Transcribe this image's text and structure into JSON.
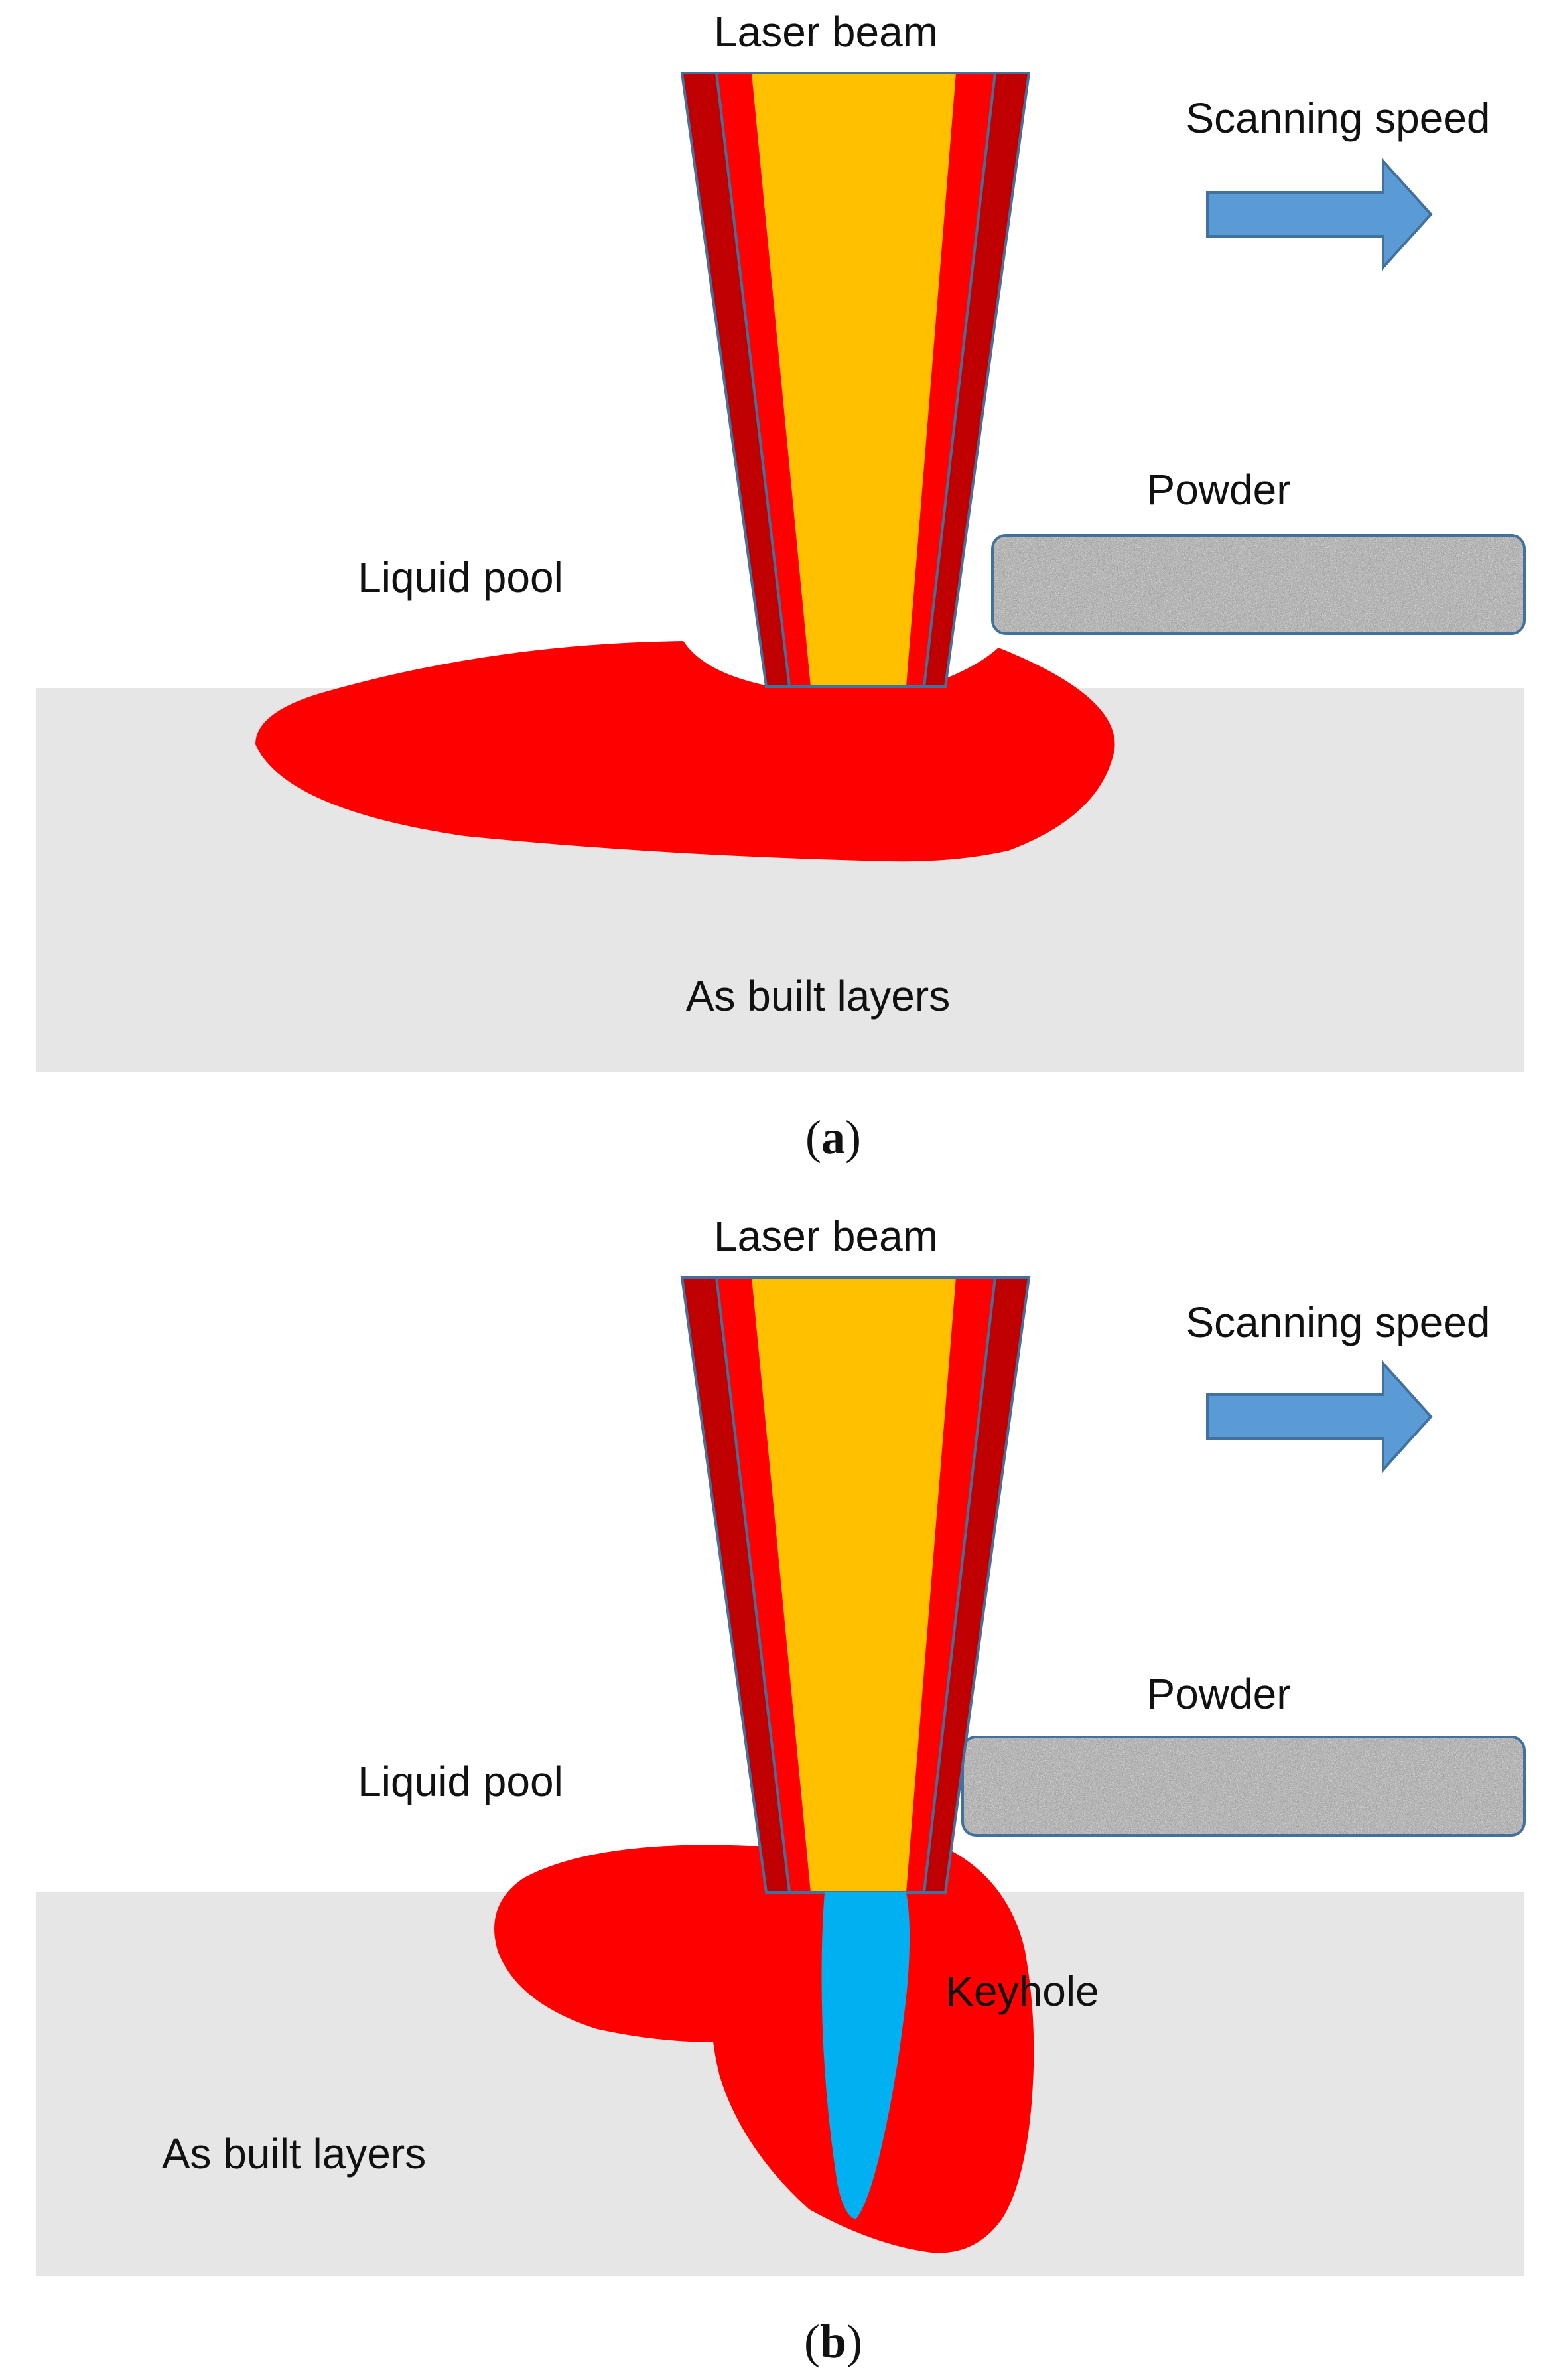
{
  "panel_a": {
    "laser_label": "Laser beam",
    "speed_label": "Scanning speed",
    "powder_label": "Powder",
    "pool_label": "Liquid pool",
    "layers_label": "As built layers",
    "caption_open": "(",
    "caption_letter": "a",
    "caption_close": ")"
  },
  "panel_b": {
    "laser_label": "Laser beam",
    "speed_label": "Scanning speed",
    "powder_label": "Powder",
    "pool_label": "Liquid pool",
    "keyhole_label": "Keyhole",
    "layers_label": "As built layers",
    "caption_open": "(",
    "caption_letter": "b",
    "caption_close": ")"
  },
  "colors": {
    "substrate": "#e6e6e6",
    "melt_pool": "#ff0000",
    "beam_core": "#ffc000",
    "beam_outer": "#c00000",
    "keyhole": "#00b0f0",
    "arrow": "#5b9bd5"
  }
}
